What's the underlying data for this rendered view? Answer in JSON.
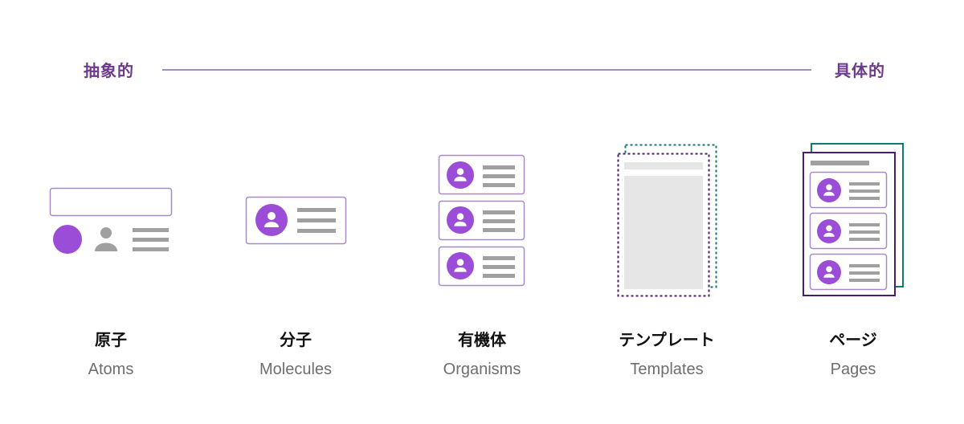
{
  "scale": {
    "left_label": "抽象的",
    "right_label": "具体的"
  },
  "stages": [
    {
      "jp": "原子",
      "en": "Atoms"
    },
    {
      "jp": "分子",
      "en": "Molecules"
    },
    {
      "jp": "有機体",
      "en": "Organisms"
    },
    {
      "jp": "テンプレート",
      "en": "Templates"
    },
    {
      "jp": "ページ",
      "en": "Pages"
    }
  ],
  "colors": {
    "accent_purple": "#9b4dd8",
    "border_purple": "#a78bc0",
    "dark_purple": "#4a1d6e",
    "teal": "#137a72",
    "gray": "#a0a0a0",
    "light_gray": "#e6e6e6"
  },
  "icons": {
    "avatar": "user-icon",
    "text_lines": "text-lines-icon"
  }
}
